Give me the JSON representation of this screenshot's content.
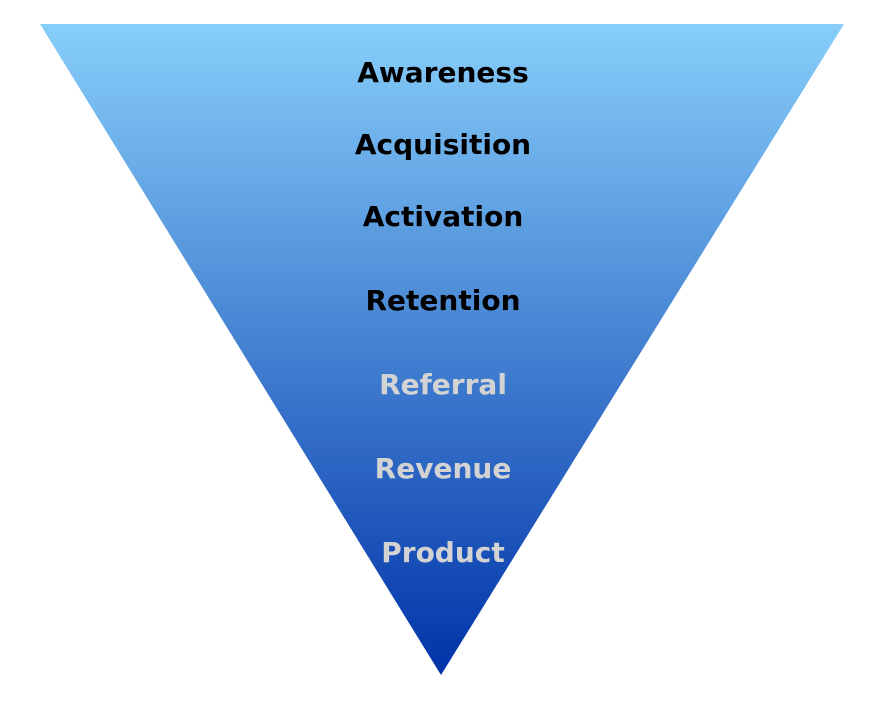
{
  "title": "",
  "funnel": {
    "gradient_top": "#87cefa",
    "gradient_bottom": "#0033a8",
    "stages": [
      {
        "label": "Awareness",
        "color": "#000000"
      },
      {
        "label": "Acquisition",
        "color": "#000000"
      },
      {
        "label": "Activation",
        "color": "#000000"
      },
      {
        "label": "Retention",
        "color": "#000000"
      },
      {
        "label": "Referral",
        "color": "#d3d3d3"
      },
      {
        "label": "Revenue",
        "color": "#d3d3d3"
      },
      {
        "label": "Product",
        "color": "#d3d3d3"
      }
    ]
  }
}
